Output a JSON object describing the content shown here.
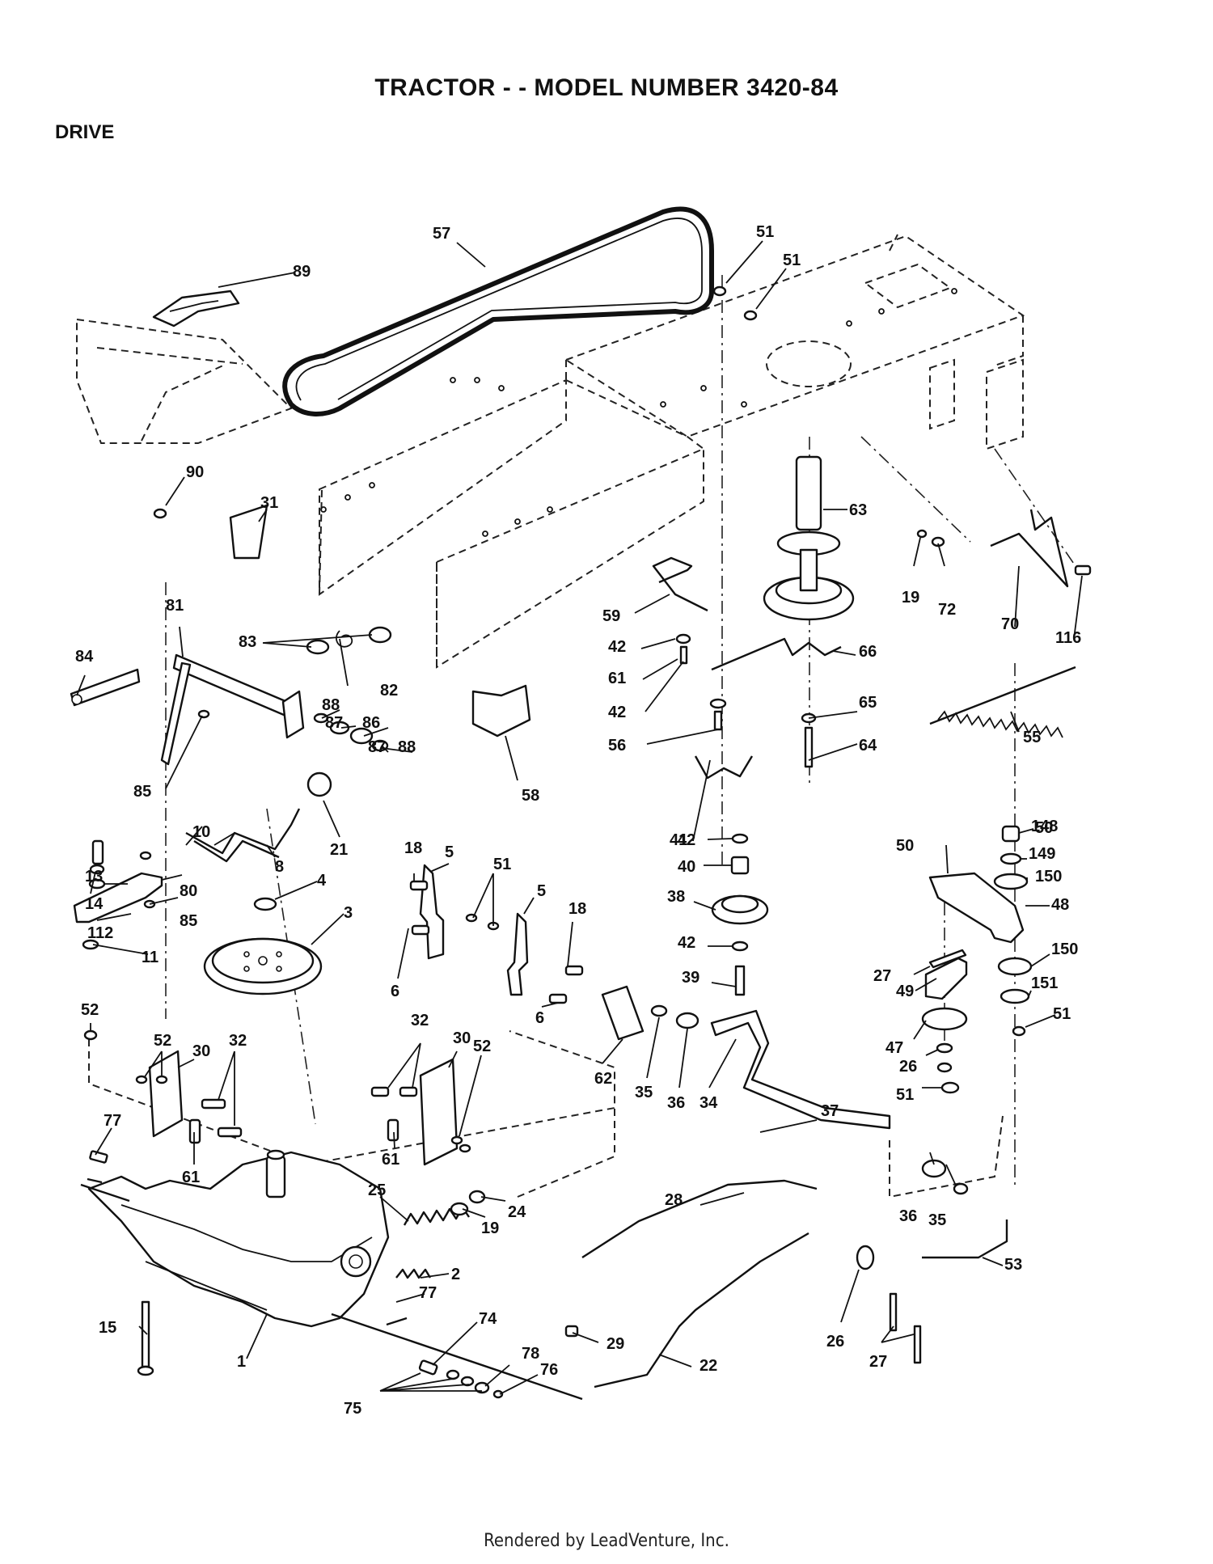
{
  "header": {
    "title": "TRACTOR - - MODEL NUMBER 3420-84",
    "section": "DRIVE"
  },
  "footer": {
    "text": "Rendered by LeadVenture, Inc."
  },
  "callouts": [
    {
      "id": "c57",
      "text": "57"
    },
    {
      "id": "c89",
      "text": "89"
    },
    {
      "id": "c51a",
      "text": "51"
    },
    {
      "id": "c51b",
      "text": "51"
    },
    {
      "id": "c90",
      "text": "90"
    },
    {
      "id": "c31",
      "text": "31"
    },
    {
      "id": "c63",
      "text": "63"
    },
    {
      "id": "c19a",
      "text": "19"
    },
    {
      "id": "c72",
      "text": "72"
    },
    {
      "id": "c70",
      "text": "70"
    },
    {
      "id": "c116",
      "text": "116"
    },
    {
      "id": "c59",
      "text": "59"
    },
    {
      "id": "c42a",
      "text": "42"
    },
    {
      "id": "c61a",
      "text": "61"
    },
    {
      "id": "c66",
      "text": "66"
    },
    {
      "id": "c83",
      "text": "83"
    },
    {
      "id": "c81",
      "text": "81"
    },
    {
      "id": "c82",
      "text": "82"
    },
    {
      "id": "c84",
      "text": "84"
    },
    {
      "id": "c88a",
      "text": "88"
    },
    {
      "id": "c87a",
      "text": "87"
    },
    {
      "id": "c86",
      "text": "86"
    },
    {
      "id": "c87b",
      "text": "87"
    },
    {
      "id": "c88b",
      "text": "88"
    },
    {
      "id": "c85a",
      "text": "85"
    },
    {
      "id": "c42b",
      "text": "42"
    },
    {
      "id": "c65",
      "text": "65"
    },
    {
      "id": "c56",
      "text": "56"
    },
    {
      "id": "c64",
      "text": "64"
    },
    {
      "id": "c55",
      "text": "55"
    },
    {
      "id": "c58",
      "text": "58"
    },
    {
      "id": "c10",
      "text": "10"
    },
    {
      "id": "c21",
      "text": "21"
    },
    {
      "id": "c13",
      "text": "13"
    },
    {
      "id": "c14",
      "text": "14"
    },
    {
      "id": "c112",
      "text": "112"
    },
    {
      "id": "c8",
      "text": "8"
    },
    {
      "id": "c80",
      "text": "80"
    },
    {
      "id": "c85b",
      "text": "85"
    },
    {
      "id": "c11",
      "text": "11"
    },
    {
      "id": "c4",
      "text": "4"
    },
    {
      "id": "c3",
      "text": "3"
    },
    {
      "id": "c18a",
      "text": "18"
    },
    {
      "id": "c5a",
      "text": "5"
    },
    {
      "id": "c51c",
      "text": "51"
    },
    {
      "id": "c5b",
      "text": "5"
    },
    {
      "id": "c18b",
      "text": "18"
    },
    {
      "id": "c6a",
      "text": "6"
    },
    {
      "id": "c6b",
      "text": "6"
    },
    {
      "id": "c41",
      "text": "41"
    },
    {
      "id": "c42c",
      "text": "42"
    },
    {
      "id": "c40",
      "text": "40"
    },
    {
      "id": "c38",
      "text": "38"
    },
    {
      "id": "c42d",
      "text": "42"
    },
    {
      "id": "c39",
      "text": "39"
    },
    {
      "id": "c50a",
      "text": "50"
    },
    {
      "id": "c148",
      "text": "148"
    },
    {
      "id": "c50b",
      "text": "50"
    },
    {
      "id": "c149",
      "text": "149"
    },
    {
      "id": "c150a",
      "text": "150"
    },
    {
      "id": "c48",
      "text": "48"
    },
    {
      "id": "c150b",
      "text": "150"
    },
    {
      "id": "c27a",
      "text": "27"
    },
    {
      "id": "c151",
      "text": "151"
    },
    {
      "id": "c49",
      "text": "49"
    },
    {
      "id": "c51d",
      "text": "51"
    },
    {
      "id": "c47",
      "text": "47"
    },
    {
      "id": "c26a",
      "text": "26"
    },
    {
      "id": "c51e",
      "text": "51"
    },
    {
      "id": "c52a",
      "text": "52"
    },
    {
      "id": "c52b",
      "text": "52"
    },
    {
      "id": "c30a",
      "text": "30"
    },
    {
      "id": "c32a",
      "text": "32"
    },
    {
      "id": "c32b",
      "text": "32"
    },
    {
      "id": "c30b",
      "text": "30"
    },
    {
      "id": "c52c",
      "text": "52"
    },
    {
      "id": "c77a",
      "text": "77"
    },
    {
      "id": "c61b",
      "text": "61"
    },
    {
      "id": "c61c",
      "text": "61"
    },
    {
      "id": "c62",
      "text": "62"
    },
    {
      "id": "c35a",
      "text": "35"
    },
    {
      "id": "c36a",
      "text": "36"
    },
    {
      "id": "c34",
      "text": "34"
    },
    {
      "id": "c37",
      "text": "37"
    },
    {
      "id": "c25",
      "text": "25"
    },
    {
      "id": "c19b",
      "text": "19"
    },
    {
      "id": "c24",
      "text": "24"
    },
    {
      "id": "c28",
      "text": "28"
    },
    {
      "id": "c36b",
      "text": "36"
    },
    {
      "id": "c35b",
      "text": "35"
    },
    {
      "id": "c2",
      "text": "2"
    },
    {
      "id": "c53",
      "text": "53"
    },
    {
      "id": "c77b",
      "text": "77"
    },
    {
      "id": "c15",
      "text": "15"
    },
    {
      "id": "c1",
      "text": "1"
    },
    {
      "id": "c74",
      "text": "74"
    },
    {
      "id": "c29",
      "text": "29"
    },
    {
      "id": "c22",
      "text": "22"
    },
    {
      "id": "c26b",
      "text": "26"
    },
    {
      "id": "c27b",
      "text": "27"
    },
    {
      "id": "c78",
      "text": "78"
    },
    {
      "id": "c76",
      "text": "76"
    },
    {
      "id": "c75",
      "text": "75"
    }
  ]
}
